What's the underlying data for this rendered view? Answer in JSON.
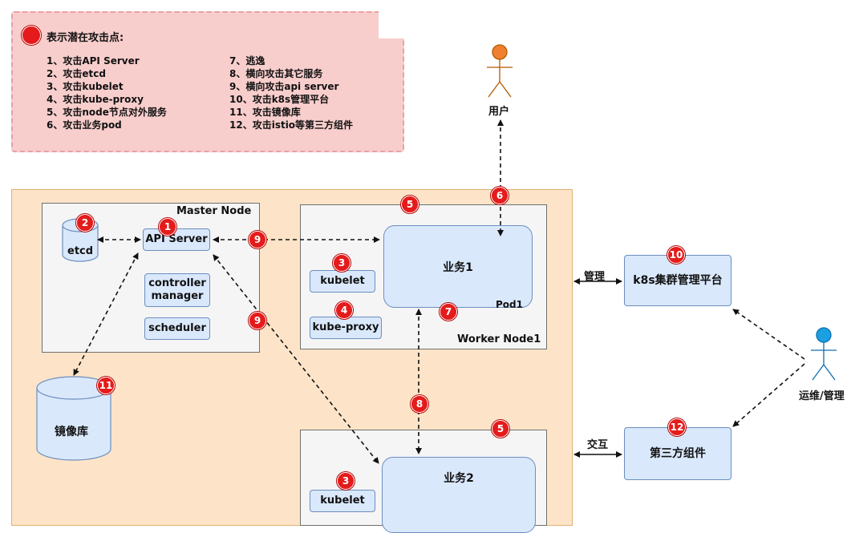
{
  "legend": {
    "title": "表示潜在攻击点:",
    "items": [
      "1、攻击API Server",
      "2、攻击etcd",
      "3、攻击kubelet",
      "4、攻击kube-proxy",
      "5、攻击node节点对外服务",
      "6、攻击业务pod",
      "7、逃逸",
      "8、横向攻击其它服务",
      "9、横向攻击api server",
      "10、攻击k8s管理平台",
      "11、攻击镜像库",
      "12、攻击istio等第三方组件"
    ]
  },
  "master": {
    "title": "Master Node",
    "etcd": "etcd",
    "api_server": "API Server",
    "controller_manager": "controller manager",
    "scheduler": "scheduler"
  },
  "worker1": {
    "title": "Worker Node1",
    "kubelet": "kubelet",
    "kube_proxy": "kube-proxy",
    "business": "业务1",
    "pod": "Pod1"
  },
  "worker2": {
    "kubelet": "kubelet",
    "business": "业务2"
  },
  "registry": "镜像库",
  "user": "用户",
  "ops": "运维/管理",
  "mgmt_platform": "k8s集群管理平台",
  "third_party": "第三方组件",
  "edge_labels": {
    "manage": "管理",
    "interact": "交互"
  },
  "badges": {
    "api_server": "1",
    "etcd": "2",
    "kubelet1": "3",
    "kube_proxy": "4",
    "worker1_node": "5",
    "user_link": "6",
    "escape": "7",
    "lateral": "8",
    "api_lateral_top": "9",
    "api_lateral_diag": "9",
    "mgmt": "10",
    "registry": "11",
    "third_party": "12",
    "worker2_node": "5",
    "kubelet2": "3"
  },
  "colors": {
    "badge": "#e51b1b",
    "legend_bg": "#f8cecc",
    "cluster_bg": "#fde4c8",
    "component_bg": "#dae8fc",
    "user_icon": "#f08030",
    "ops_icon": "#1ba1e2"
  }
}
